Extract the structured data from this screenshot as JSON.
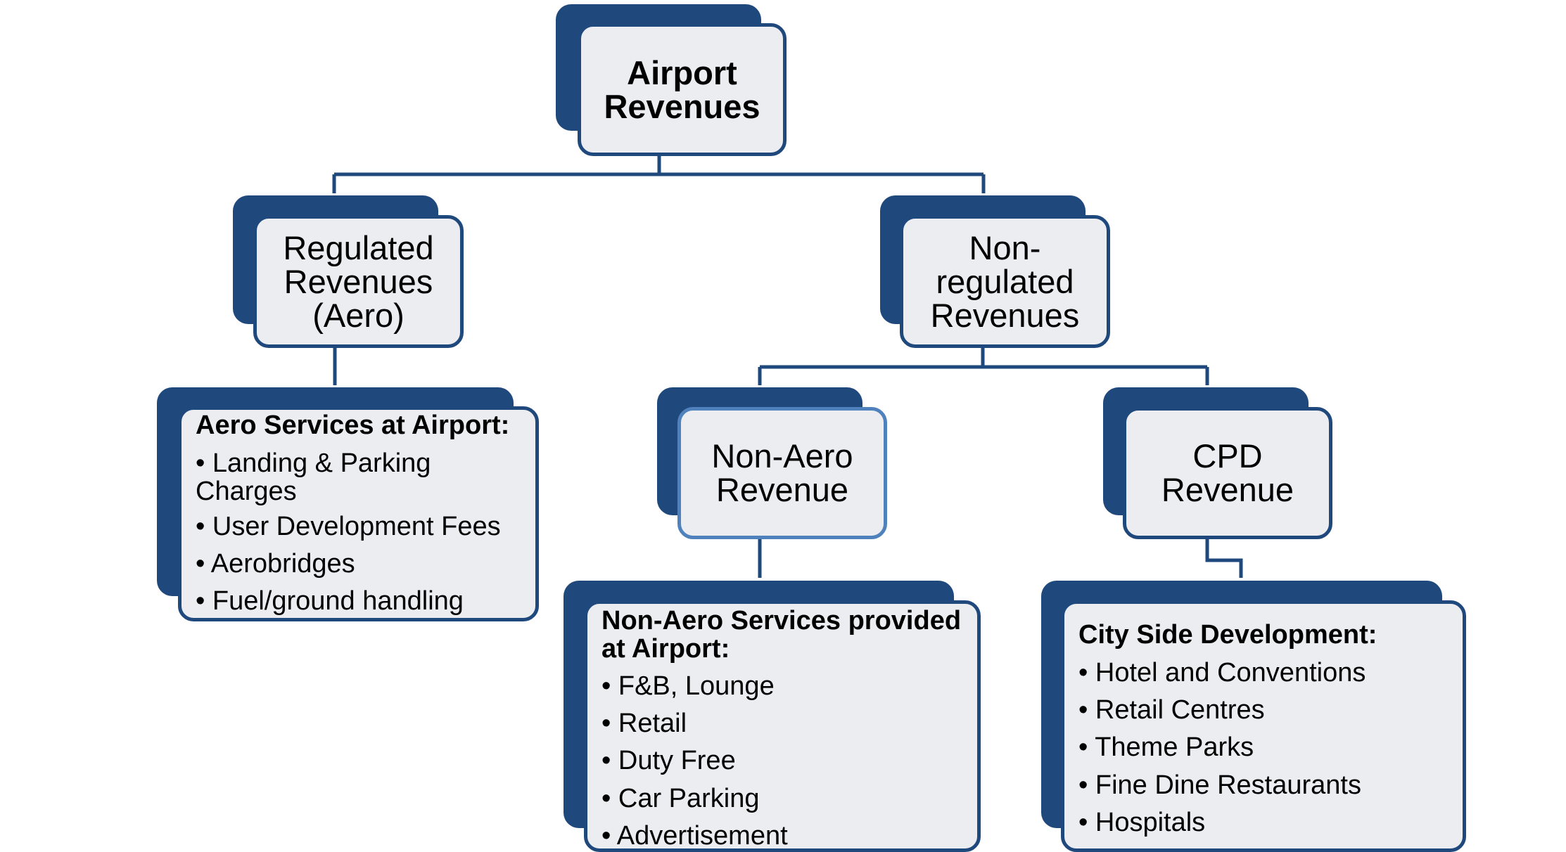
{
  "diagram": {
    "root": {
      "title": "Airport Revenues"
    },
    "regulated": {
      "title_lines": [
        "Regulated",
        "Revenues",
        "(Aero)"
      ],
      "details": {
        "heading": "Aero Services at Airport:",
        "items": [
          "Landing & Parking Charges",
          "User Development Fees",
          "Aerobridges",
          "Fuel/ground handling"
        ]
      }
    },
    "nonregulated": {
      "title_lines": [
        "Non-",
        "regulated",
        "Revenues"
      ],
      "nonaero": {
        "title_lines": [
          "Non-Aero",
          "Revenue"
        ],
        "details": {
          "heading_lines": [
            "Non-Aero Services provided",
            "at Airport:"
          ],
          "items": [
            "F&B, Lounge",
            "Retail",
            "Duty Free",
            "Car Parking",
            "Advertisement"
          ]
        }
      },
      "cpd": {
        "title_lines": [
          "CPD",
          "Revenue"
        ],
        "details": {
          "heading": "City Side Development:",
          "items": [
            "Hotel and Conventions",
            "Retail Centres",
            "Theme Parks",
            "Fine Dine Restaurants",
            "Hospitals"
          ]
        }
      }
    }
  },
  "colors": {
    "shadow": "#1f497d",
    "fill": "#ebedf1",
    "line": "#1f497d",
    "nonaero_border": "#4f81bd"
  }
}
